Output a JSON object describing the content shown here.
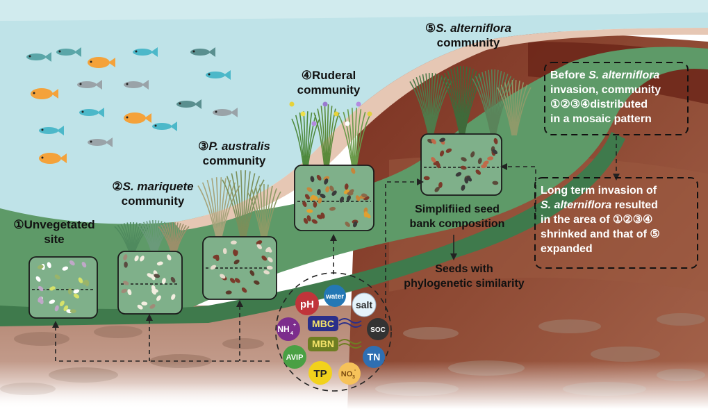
{
  "communities": [
    {
      "num": "①",
      "name": "Unvegetated",
      "name2": "site"
    },
    {
      "num": "②",
      "name": "S. mariquete",
      "name2": "community"
    },
    {
      "num": "③",
      "name": "P. australis",
      "name2": "community"
    },
    {
      "num": "④",
      "name": "Ruderal",
      "name2": "community"
    },
    {
      "num": "⑤",
      "name": "S. alterniflora",
      "name2": "community"
    }
  ],
  "notes": {
    "simplified": [
      "Simplifiied seed",
      "bank composition"
    ],
    "phylo": [
      "Seeds with",
      "phylogenetic similarity"
    ]
  },
  "box_before": {
    "line1_pre": "Before ",
    "line1_species": "S. alterniflora",
    "line2": "invasion, community",
    "line3": "①②③④distributed",
    "line4": "in a mosaic pattern"
  },
  "box_long": {
    "line1": "Long term invasion of",
    "line2_species": "S. alterniflora",
    "line2_post": " resulted",
    "line3": "in the area of  ①②③④",
    "line4": "shrinked and that of ⑤",
    "line5": "expanded"
  },
  "factors": {
    "pH": "pH",
    "water": "water",
    "salt": "salt",
    "nh4": "NH",
    "nh4_sub": "4",
    "nh4_sup": "+",
    "mbc": "MBC",
    "soc": "SOC",
    "mbn": "MBN",
    "avip": "AVIP",
    "tn": "TN",
    "tp": "TP",
    "no3": "NO",
    "no3_sub": "3",
    "no3_sup": "-"
  },
  "colors": {
    "water": "#bfe3e8",
    "marsh_green": "#5e9a68",
    "dark_green": "#3f7a4c",
    "sand": "#e6c7b4",
    "soil_light": "#a9705a",
    "soil_mid": "#8a4a36",
    "soil_dark": "#6a2b1e",
    "sediment": "#b99282"
  }
}
